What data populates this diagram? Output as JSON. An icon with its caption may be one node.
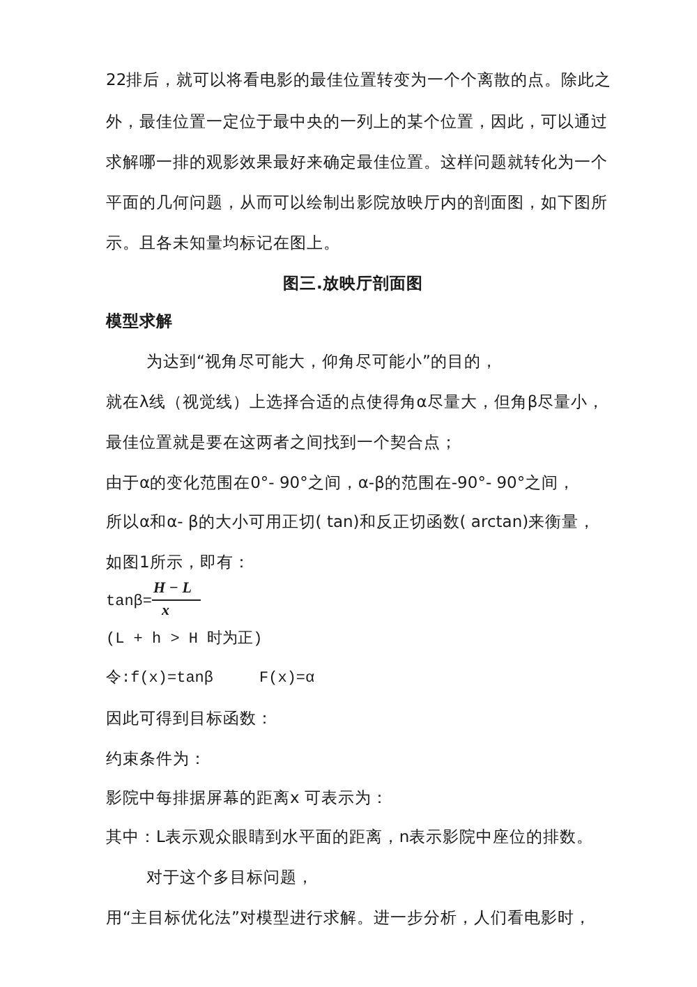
{
  "diagram": {
    "labels": [
      "22排后，就可以将看电影的最佳位置转变为一个个离散的点。除此之",
      "外，最佳位置一定位于最中央的一列上的某个位置，因此，可以通过",
      "求解哪一排的观影效果最好来确定最佳位置。这样问题就转化为一个",
      "平面的几何问题，从而可以绘制出影院放映厅内的剖面图，如下图所",
      "示。且各未知量均标记在图上。",
      "图三.放映厅剖面图",
      "模型求解",
      "为达到“视角尽可能大，仰角尽可能小”的目的，",
      "就在λ线（视觉线）上选择合适的点使得角α尽量大，但角β尽量小，",
      "最佳位置就是要在这两者之间找到一个契合点；",
      "由于α的变化范围在0°- 90°之间，α-β的范围在-90°- 90°之间，",
      "所以α和α- β的大小可用正切( tan)和反正切函数( arctan)来衡量，",
      "如图1所示，即有：",
      "tanβ=",
      "H − L",
      "x",
      "(L + h > H 时为正)",
      "令:f(x)=tanβ     F(x)=α",
      "因此可得到目标函数：",
      "约束条件为：",
      "影院中每排据屏幕的距离x 可表示为：",
      "其中：L表示观众眼睛到水平面的距离，n表示影院中座位的排数。",
      "对于这个多目标问题，",
      "用“主目标优化法”对模型进行求解。进一步分析，人们看电影时，"
    ]
  }
}
